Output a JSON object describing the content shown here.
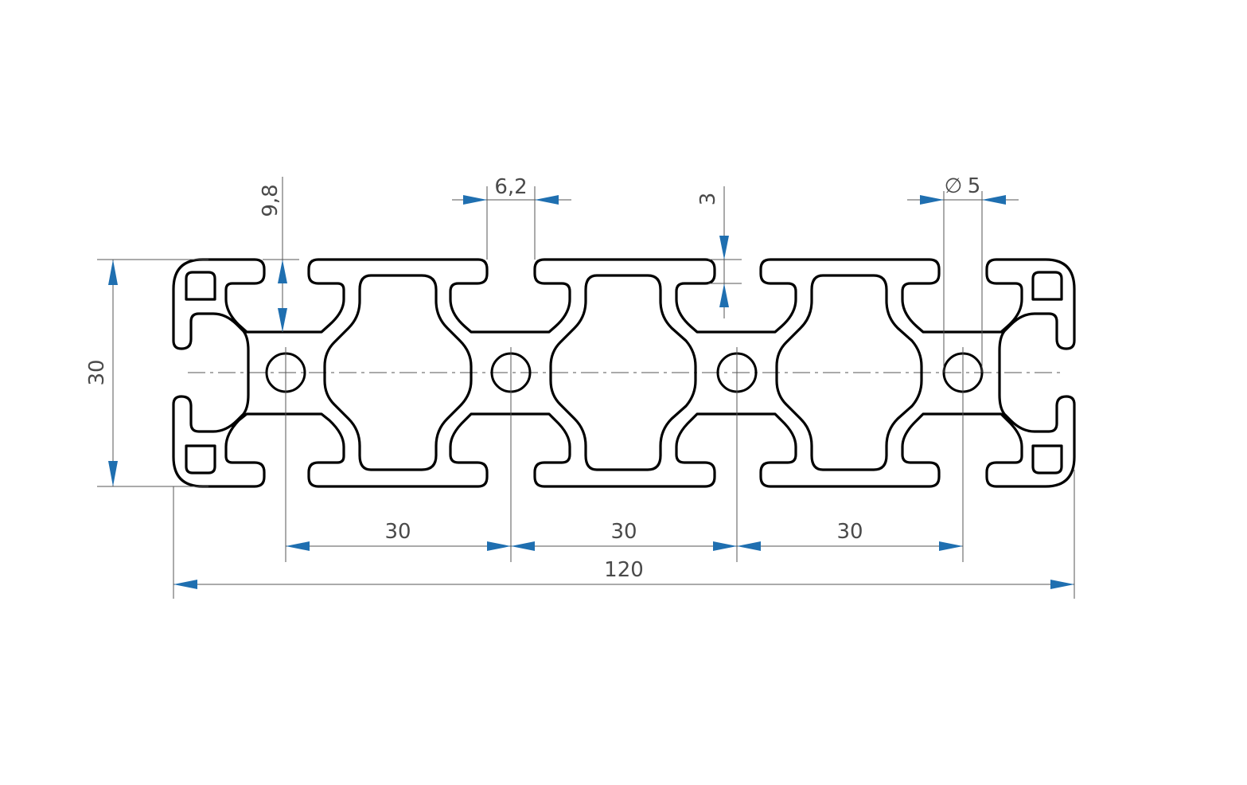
{
  "drawing": {
    "height_label": "30",
    "slot_depth_label": "9,8",
    "slot_width_label": "6,2",
    "wall_label": "3",
    "hole_label": "5",
    "diameter_symbol": "∅",
    "pitch_label_1": "30",
    "pitch_label_2": "30",
    "pitch_label_3": "30",
    "total_width_label": "120"
  },
  "colors": {
    "outline": "#000000",
    "dimension_line": "#555555",
    "arrow": "#1f6fb0",
    "text": "#4a4a4a"
  }
}
